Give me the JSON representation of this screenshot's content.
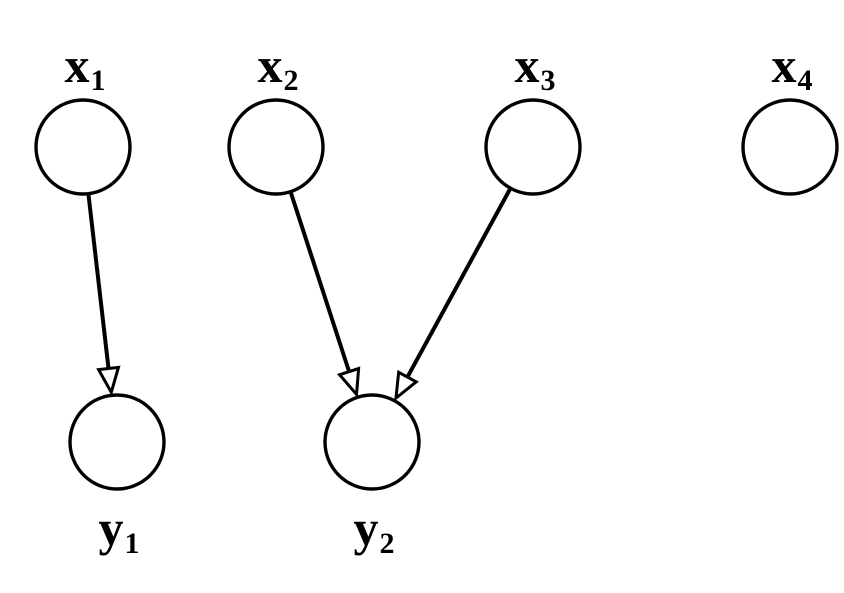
{
  "nodes": [
    {
      "id": "x1",
      "variable": "x",
      "subscript": "1",
      "label_position": "above"
    },
    {
      "id": "x2",
      "variable": "x",
      "subscript": "2",
      "label_position": "above"
    },
    {
      "id": "x3",
      "variable": "x",
      "subscript": "3",
      "label_position": "above"
    },
    {
      "id": "x4",
      "variable": "x",
      "subscript": "4",
      "label_position": "above"
    },
    {
      "id": "y1",
      "variable": "y",
      "subscript": "1",
      "label_position": "below"
    },
    {
      "id": "y2",
      "variable": "y",
      "subscript": "2",
      "label_position": "below"
    }
  ],
  "edges": [
    {
      "from": "x1",
      "to": "y1"
    },
    {
      "from": "x2",
      "to": "y2"
    },
    {
      "from": "x3",
      "to": "y2"
    }
  ],
  "colors": {
    "background": "#ffffff",
    "stroke": "#000000"
  }
}
